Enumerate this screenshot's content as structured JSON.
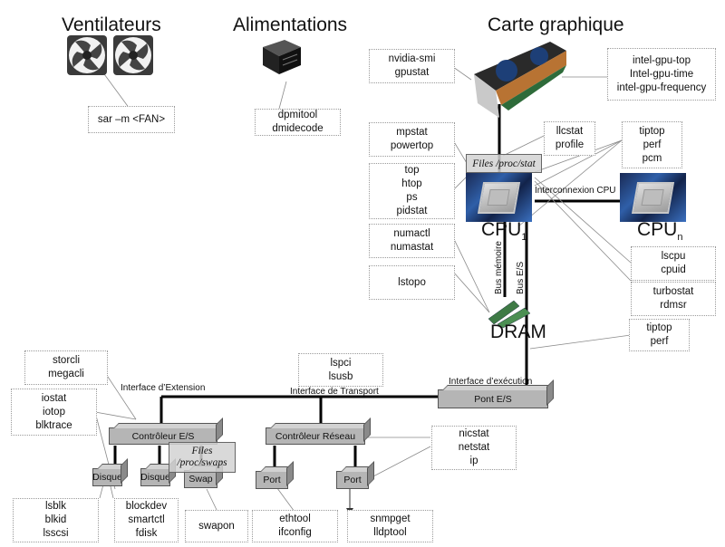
{
  "titles": {
    "fans": "Ventilateurs",
    "power": "Alimentations",
    "gpu": "Carte graphique"
  },
  "components": {
    "cpu1": "CPU",
    "cpu1_sub": "1",
    "cpun": "CPU",
    "cpun_sub": "n",
    "dram": "DRAM",
    "files_proc_stat": "Files /proc/stat",
    "files_proc_swaps_1": "Files",
    "files_proc_swaps_2": "/proc/swaps",
    "pont_es": "Pont E/S",
    "controleur_es": "Contrôleur E/S",
    "controleur_reseau": "Contrôleur Réseau",
    "disque_1": "Disque",
    "disque_2": "Disque",
    "swap": "Swap",
    "port_1": "Port",
    "port_2": "Port"
  },
  "labels": {
    "interconnexion_cpu": "Interconnexion CPU",
    "bus_memoire": "Bus mémoire",
    "bus_es": "Bus E/S",
    "interface_execution": "Interface d’exécution",
    "interface_transport": "Interface de Transport",
    "interface_extension": "Interface d’Extension"
  },
  "tools": {
    "fans": [
      "sar –m <FAN>"
    ],
    "power": [
      "dpmitool",
      "dmidecode"
    ],
    "gpu_nvidia": [
      "nvidia-smi",
      "gpustat"
    ],
    "gpu_intel": [
      "intel-gpu-top",
      "Intel-gpu-time",
      "intel-gpu-frequency"
    ],
    "mpstat": [
      "mpstat",
      "powertop"
    ],
    "llcstat": [
      "llcstat",
      "profile"
    ],
    "tiptop_pcm": [
      "tiptop",
      "perf",
      "pcm"
    ],
    "top": [
      "top",
      "htop",
      "ps",
      "pidstat"
    ],
    "numa": [
      "numactl",
      "numastat"
    ],
    "lstopo": [
      "lstopo"
    ],
    "lscpu": [
      "lscpu",
      "cpuid"
    ],
    "turbostat": [
      "turbostat",
      "rdmsr"
    ],
    "tiptop_perf": [
      "tiptop",
      "perf"
    ],
    "storcli": [
      "storcli",
      "megacli"
    ],
    "iostat": [
      "iostat",
      "iotop",
      "blktrace"
    ],
    "lspci": [
      "lspci",
      "lsusb"
    ],
    "nicstat": [
      "nicstat",
      "netstat",
      "ip"
    ],
    "lsblk": [
      "lsblk",
      "blkid",
      "lsscsi"
    ],
    "blockdev": [
      "blockdev",
      "smartctl",
      "fdisk"
    ],
    "swapon": [
      "swapon"
    ],
    "ethtool": [
      "ethtool",
      "ifconfig"
    ],
    "snmpget": [
      "snmpget",
      "lldptool"
    ]
  }
}
